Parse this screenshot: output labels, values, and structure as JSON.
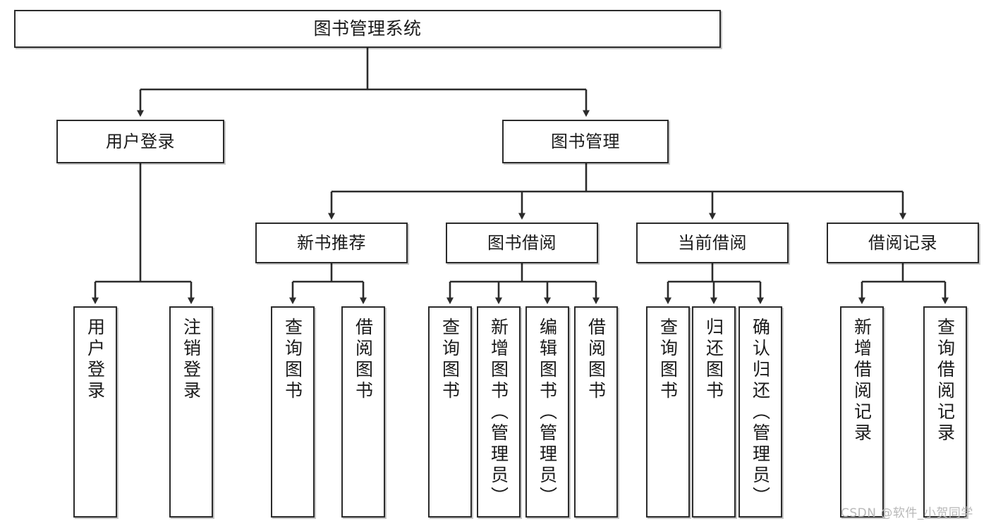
{
  "diagram": {
    "title": "图书管理系统",
    "type": "hierarchy-tree",
    "watermark": "CSDN @软件_小贺同学",
    "colors": {
      "box_border": "#2b2b2b",
      "box_fill": "#ffffff",
      "connector": "#2b2b2b",
      "text": "#1a1a1a",
      "watermark": "#b8b8b8"
    },
    "nodes": {
      "root": {
        "label": "图书管理系统",
        "level": 1
      },
      "user_login": {
        "label": "用户登录",
        "level": 2
      },
      "book_manage": {
        "label": "图书管理",
        "level": 2
      },
      "new_book_rec": {
        "label": "新书推荐",
        "level": 3
      },
      "book_borrow": {
        "label": "图书借阅",
        "level": 3
      },
      "current_borrow": {
        "label": "当前借阅",
        "level": 3
      },
      "borrow_record": {
        "label": "借阅记录",
        "level": 3
      },
      "leaf_user_login": {
        "label": "用户登录",
        "level": 4
      },
      "leaf_logout": {
        "label": "注销登录",
        "level": 4
      },
      "leaf_query_book_a": {
        "label": "查询图书",
        "level": 4
      },
      "leaf_borrow_book_a": {
        "label": "借阅图书",
        "level": 4
      },
      "leaf_query_book_b": {
        "label": "查询图书",
        "level": 4
      },
      "leaf_add_book": {
        "label": "新增图书（管理员）",
        "level": 4
      },
      "leaf_edit_book": {
        "label": "编辑图书（管理员）",
        "level": 4
      },
      "leaf_borrow_book_b": {
        "label": "借阅图书",
        "level": 4
      },
      "leaf_query_book_c": {
        "label": "查询图书",
        "level": 4
      },
      "leaf_return_book": {
        "label": "归还图书",
        "level": 4
      },
      "leaf_confirm_return": {
        "label": "确认归还（管理员）",
        "level": 4
      },
      "leaf_add_record": {
        "label": "新增借阅记录",
        "level": 4
      },
      "leaf_query_record": {
        "label": "查询借阅记录",
        "level": 4
      }
    },
    "edges": [
      {
        "from": "root",
        "to": "user_login"
      },
      {
        "from": "root",
        "to": "book_manage"
      },
      {
        "from": "user_login",
        "to": "leaf_user_login"
      },
      {
        "from": "user_login",
        "to": "leaf_logout"
      },
      {
        "from": "book_manage",
        "to": "new_book_rec"
      },
      {
        "from": "book_manage",
        "to": "book_borrow"
      },
      {
        "from": "book_manage",
        "to": "current_borrow"
      },
      {
        "from": "book_manage",
        "to": "borrow_record"
      },
      {
        "from": "new_book_rec",
        "to": "leaf_query_book_a"
      },
      {
        "from": "new_book_rec",
        "to": "leaf_borrow_book_a"
      },
      {
        "from": "book_borrow",
        "to": "leaf_query_book_b"
      },
      {
        "from": "book_borrow",
        "to": "leaf_add_book"
      },
      {
        "from": "book_borrow",
        "to": "leaf_edit_book"
      },
      {
        "from": "book_borrow",
        "to": "leaf_borrow_book_b"
      },
      {
        "from": "current_borrow",
        "to": "leaf_query_book_c"
      },
      {
        "from": "current_borrow",
        "to": "leaf_return_book"
      },
      {
        "from": "current_borrow",
        "to": "leaf_confirm_return"
      },
      {
        "from": "borrow_record",
        "to": "leaf_add_record"
      },
      {
        "from": "borrow_record",
        "to": "leaf_query_record"
      }
    ]
  }
}
